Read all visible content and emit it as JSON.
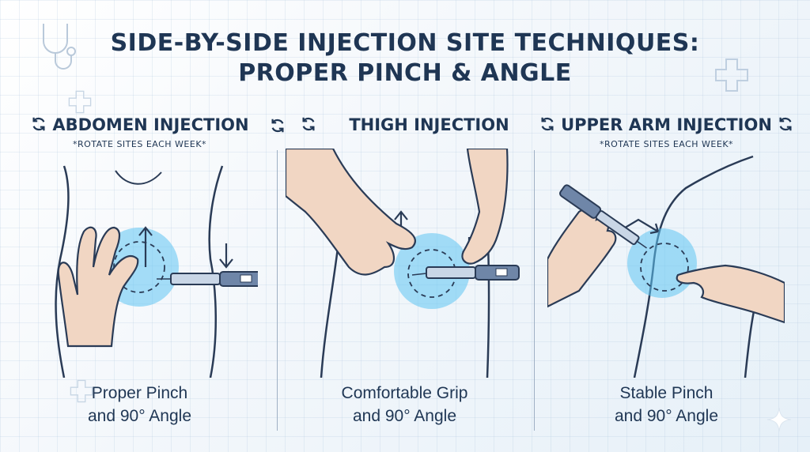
{
  "title": {
    "line1": "SIDE-BY-SIDE INJECTION SITE TECHNIQUES:",
    "line2": "PROPER PINCH & ANGLE"
  },
  "panels": [
    {
      "heading": "ABDOMEN INJECTION",
      "note": "*ROTATE SITES EACH WEEK*",
      "caption_line1": "Proper Pinch",
      "caption_line2": "and 90° Angle",
      "icons": [
        "rotate-icon",
        "rotate-icon"
      ]
    },
    {
      "heading": "THIGH INJECTION",
      "note": "",
      "caption_line1": "Comfortable Grip",
      "caption_line2": "and 90° Angle",
      "icons": [
        "rotate-icon"
      ]
    },
    {
      "heading": "UPPER ARM INJECTION",
      "note": "*ROTATE SITES EACH WEEK*",
      "caption_line1": "Stable Pinch",
      "caption_line2": "and 90° Angle",
      "icons": [
        "rotate-icon",
        "rotate-icon"
      ]
    }
  ],
  "colors": {
    "navy": "#1f3654",
    "skin": "#f1d6c3",
    "site_glow": "#5fc4f2",
    "pen_body": "#c9d6e6",
    "pen_accent": "#6f86a8"
  }
}
